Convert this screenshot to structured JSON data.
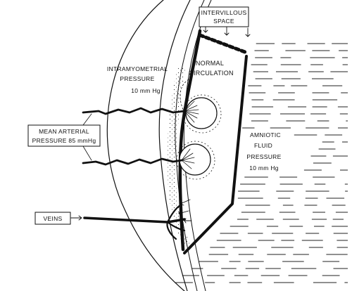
{
  "labels": {
    "intervillous_space": [
      "INTERVILLOUS",
      "SPACE"
    ],
    "normal_circulation": [
      "NORMAL",
      "CIRCULATION"
    ],
    "intramyometrial_pressure": [
      "INTRAMYOMETRIAL",
      "PRESSURE",
      "10 mm Hg"
    ],
    "mean_arterial_pressure": [
      "MEAN ARTERIAL",
      "PRESSURE 85 mmHg"
    ],
    "amniotic_fluid_pressure": [
      "AMNIOTIC",
      "FLUID",
      "PRESSURE",
      "10 mm Hg"
    ],
    "veins": "VEINS"
  }
}
